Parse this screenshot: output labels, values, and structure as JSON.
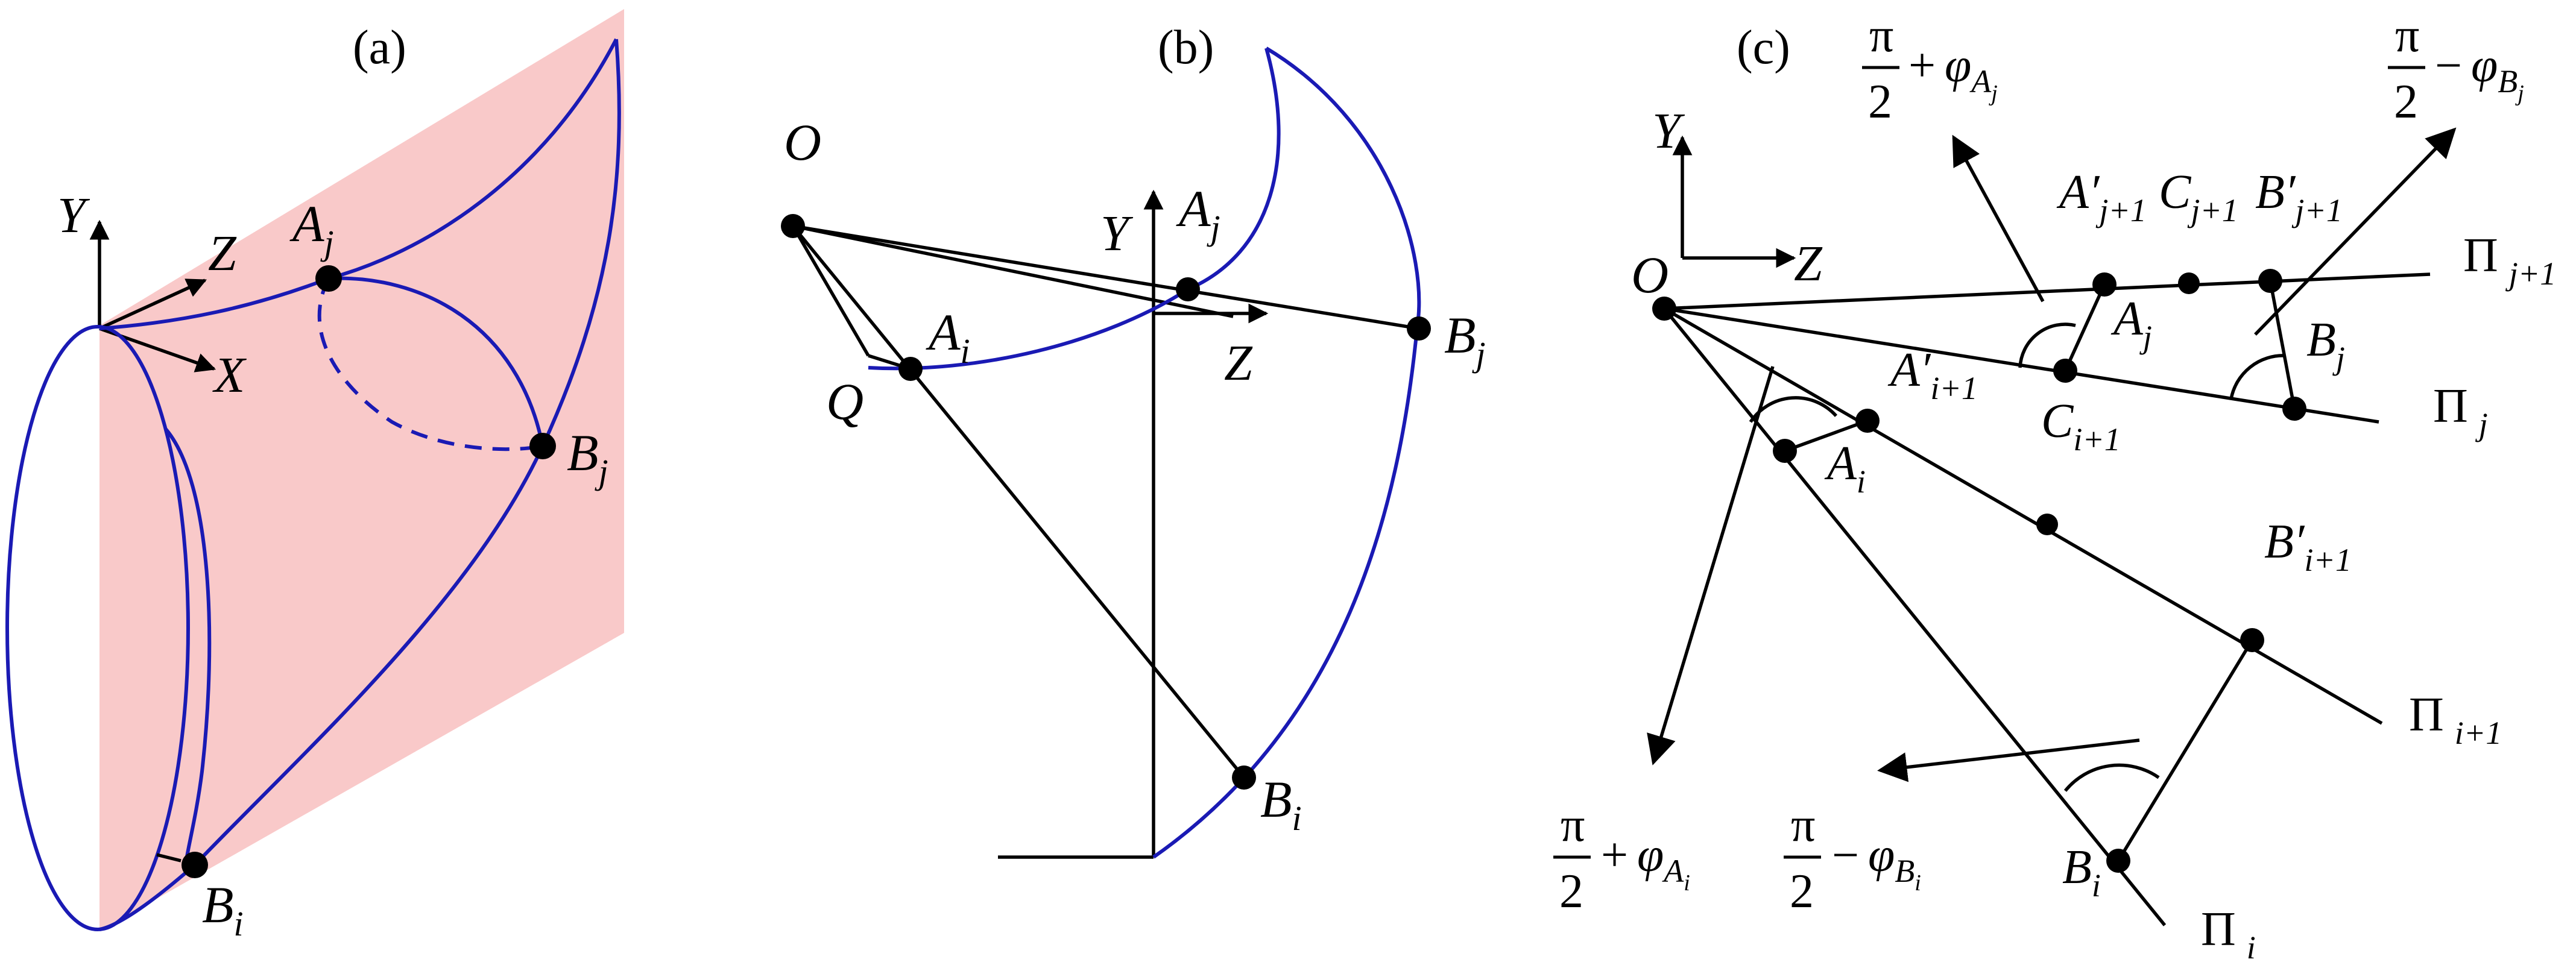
{
  "panels": {
    "a": {
      "label": "(a)",
      "axes": {
        "y": "Y",
        "z": "Z",
        "x": "X"
      },
      "points": {
        "aj": "A",
        "aj_sub": "j",
        "bj": "B",
        "bj_sub": "j",
        "bi": "B",
        "bi_sub": "i"
      }
    },
    "b": {
      "label": "(b)",
      "axes": {
        "y": "Y",
        "z": "Z"
      },
      "points": {
        "o": "O",
        "q": "Q",
        "ai": "A",
        "ai_sub": "i",
        "aj": "A",
        "aj_sub": "j",
        "bj": "B",
        "bj_sub": "j",
        "bi": "B",
        "bi_sub": "i"
      }
    },
    "c": {
      "label": "(c)",
      "axes": {
        "y": "Y",
        "z": "Z"
      },
      "points": {
        "o": "O",
        "aj": "A",
        "aj_sub": "j",
        "bj": "B",
        "bj_sub": "j",
        "ai": "A",
        "ai_sub": "i",
        "bi": "B",
        "bi_sub": "i",
        "ap_j1": "A′",
        "ap_j1_sub": "j+1",
        "c_j1": "C",
        "c_j1_sub": "j+1",
        "bp_j1": "B′",
        "bp_j1_sub": "j+1",
        "ap_i1": "A′",
        "ap_i1_sub": "i+1",
        "c_i1": "C",
        "c_i1_sub": "i+1",
        "bp_i1": "B′",
        "bp_i1_sub": "i+1"
      },
      "planes": {
        "pi_j1": "Π",
        "pi_j1_sub": "j+1",
        "pi_j": "Π",
        "pi_j_sub": "j",
        "pi_i1": "Π",
        "pi_i1_sub": "i+1",
        "pi_i": "Π",
        "pi_i_sub": "i"
      },
      "angles": {
        "top_left": {
          "num": "π",
          "den": "2",
          "op": "+",
          "phi": "φ",
          "sub": "A",
          "subsub": "j"
        },
        "top_right": {
          "num": "π",
          "den": "2",
          "op": "−",
          "phi": "φ",
          "sub": "B",
          "subsub": "j"
        },
        "bot_left": {
          "num": "π",
          "den": "2",
          "op": "+",
          "phi": "φ",
          "sub": "A",
          "subsub": "i"
        },
        "bot_right": {
          "num": "π",
          "den": "2",
          "op": "−",
          "phi": "φ",
          "sub": "B",
          "subsub": "i"
        }
      }
    }
  },
  "colors": {
    "curve": "#1a1ab4",
    "plane_fill": "#f9c9c9",
    "line": "#000000"
  }
}
